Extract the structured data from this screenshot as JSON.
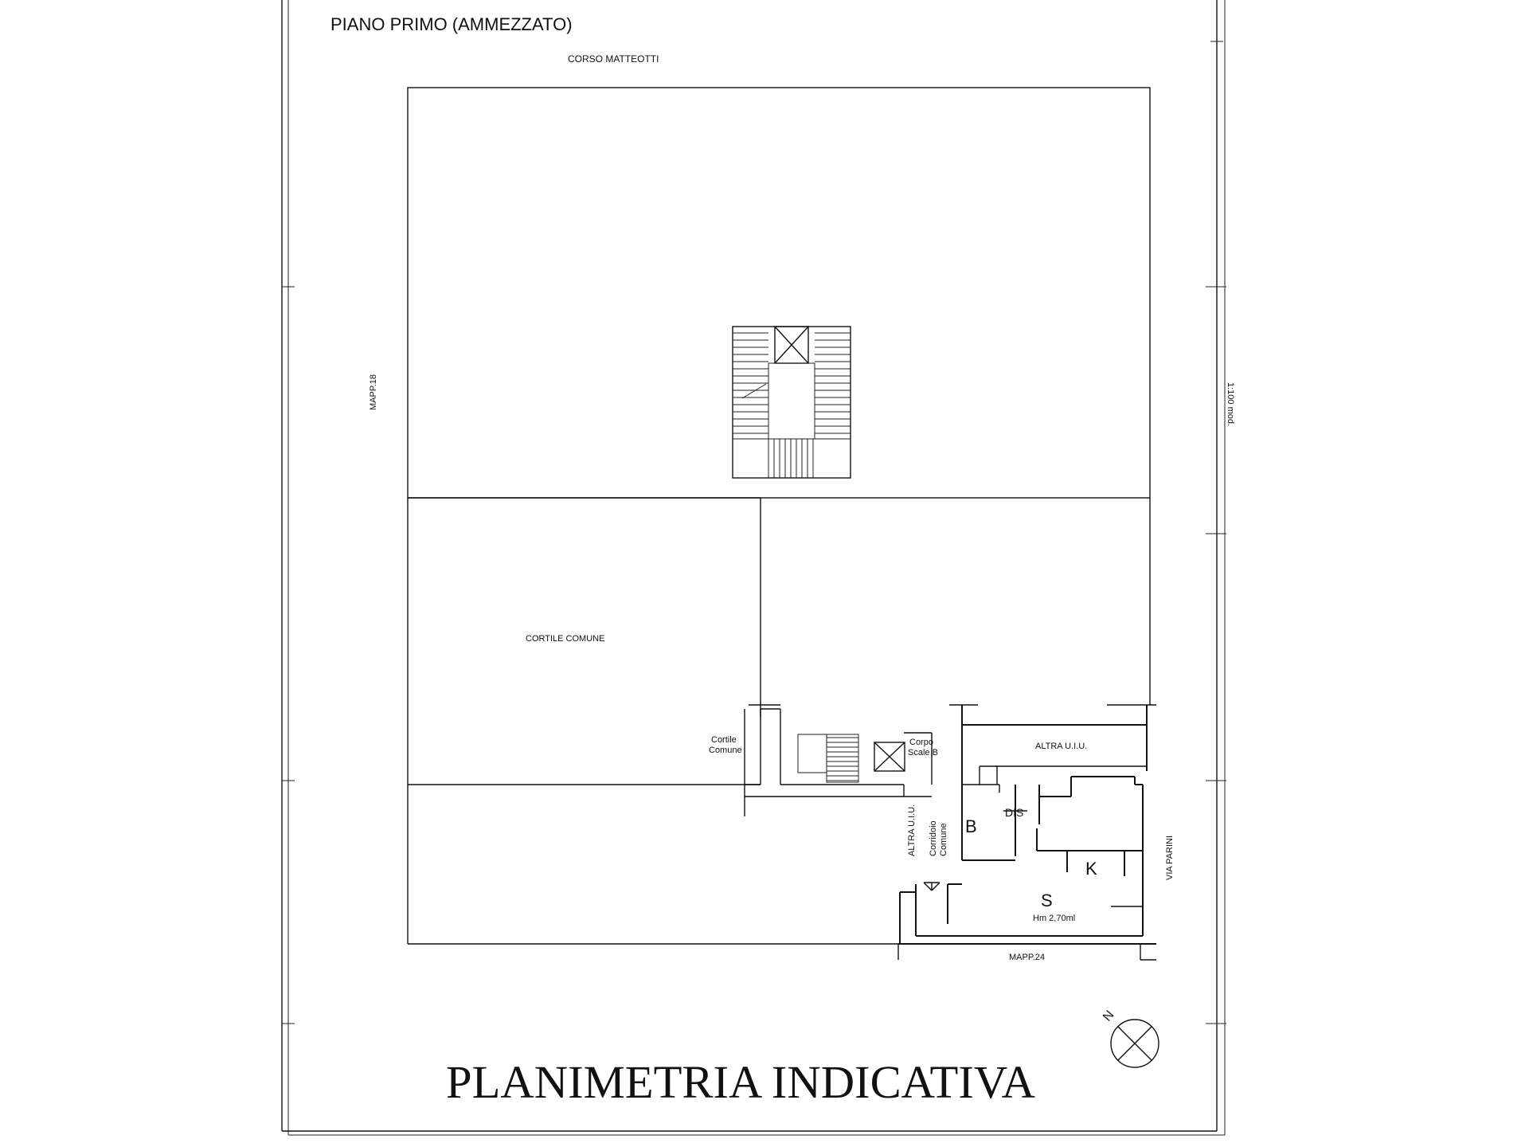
{
  "header": {
    "floor_title": "PIANO PRIMO (AMMEZZATO)",
    "street_top": "CORSO MATTEOTTI"
  },
  "labels": {
    "mapp_left": "MAPP.18",
    "cortile_comune": "CORTILE COMUNE",
    "cortile_small_line1": "Cortile",
    "cortile_small_line2": "Comune",
    "corpo_scale_line1": "Corpo",
    "corpo_scale_line2": "Scale B",
    "altra_uiu_right": "ALTRA U.I.U.",
    "altra_uiu_vertical": "ALTRA U.I.U.",
    "corridoio_line1": "Corridoio",
    "corridoio_line2": "Comune",
    "room_b": "B",
    "room_dis": "DIS",
    "room_k": "K",
    "room_s": "S",
    "height": "Hm 2,70ml",
    "via_parini": "VIA PARINI",
    "mapp_bottom": "MAPP.24",
    "compass_n": "N",
    "scale_side": "1:100 mod."
  },
  "footer": {
    "title": "PLANIMETRIA INDICATIVA"
  }
}
